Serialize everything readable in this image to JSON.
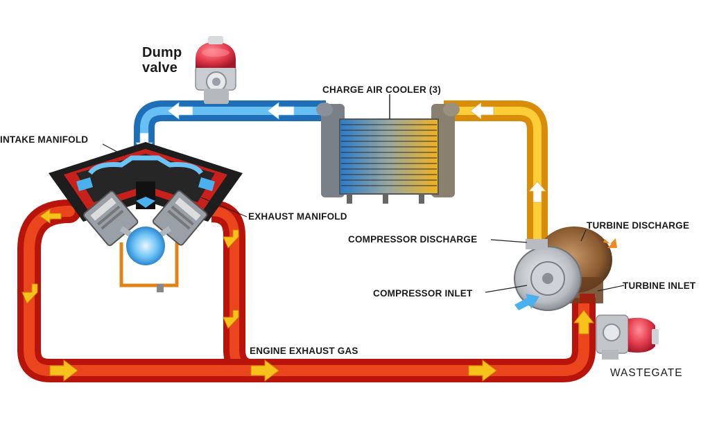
{
  "labels": {
    "dump_valve_line1": "Dump",
    "dump_valve_line2": "valve",
    "charge_air_cooler": "CHARGE AIR COOLER (3)",
    "intake_manifold": "INTAKE MANIFOLD",
    "exhaust_manifold": "EXHAUST MANIFOLD",
    "compressor_discharge": "COMPRESSOR DISCHARGE",
    "turbine_discharge": "TURBINE DISCHARGE",
    "turbine_inlet": "TURBINE INLET",
    "compressor_inlet": "COMPRESSOR INLET",
    "engine_exhaust_gas": "ENGINE EXHAUST GAS",
    "wastegate": "WASTEGATE"
  },
  "colors": {
    "cool_pipe": "#3a9ee0",
    "hot_charge_pipe": "#f2b21a",
    "exhaust_pipe": "#e03418",
    "flow_arrow_exhaust": "#f7c21c",
    "flow_arrow_intake": "#ffffff",
    "valve_cap": "#e23a4a"
  }
}
